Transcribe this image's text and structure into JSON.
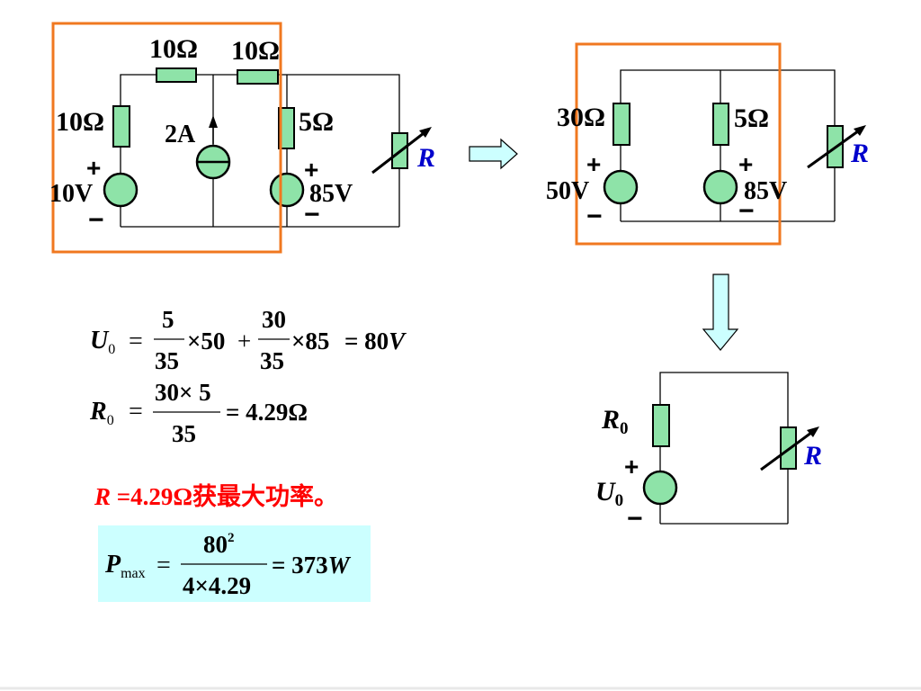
{
  "circuit1": {
    "r_top_left": "10Ω",
    "r_top_right": "10Ω",
    "r_left": "10Ω",
    "current_source": "2A",
    "r_mid": "5Ω",
    "v_left": "10V",
    "v_right": "85V",
    "load": "R",
    "plus": "+",
    "minus": "−"
  },
  "circuit2": {
    "r_left": "30Ω",
    "r_right": "5Ω",
    "v_left": "50V",
    "v_right": "85V",
    "load": "R",
    "plus": "+",
    "minus": "−"
  },
  "circuit3": {
    "r0_main": "R",
    "r0_sub": "0",
    "u0_main": "U",
    "u0_sub": "0",
    "load": "R",
    "plus": "+",
    "minus": "−"
  },
  "equations": {
    "u0": {
      "lhs_main": "U",
      "lhs_sub": "0",
      "f1_num": "5",
      "f1_den": "35",
      "v1": "×50",
      "plus": "+",
      "f2_num": "30",
      "f2_den": "35",
      "v2": "×85",
      "result": "= 80",
      "unit": "V"
    },
    "r0": {
      "lhs_main": "R",
      "lhs_sub": "0",
      "num": "30× 5",
      "den": "35",
      "result": "= 4.29Ω"
    },
    "conclusion": {
      "r": "R",
      "rest": " =4.29Ω获最大功率。"
    },
    "pmax": {
      "lhs_main": "P",
      "lhs_sub": "max",
      "num_base": "80",
      "num_exp": "2",
      "den": "4×4.29",
      "result": "= 373",
      "unit": "W"
    }
  },
  "colors": {
    "frame": "#f07820",
    "component_fill": "#8ee3a8",
    "load_label": "#0000cc",
    "conclusion": "#ff0000",
    "formula_box": "#ccffff",
    "arrow_fill": "#ccffff"
  },
  "icons": [
    "right-arrow-icon",
    "down-arrow-icon",
    "voltage-source-icon",
    "current-source-icon",
    "variable-resistor-icon"
  ]
}
